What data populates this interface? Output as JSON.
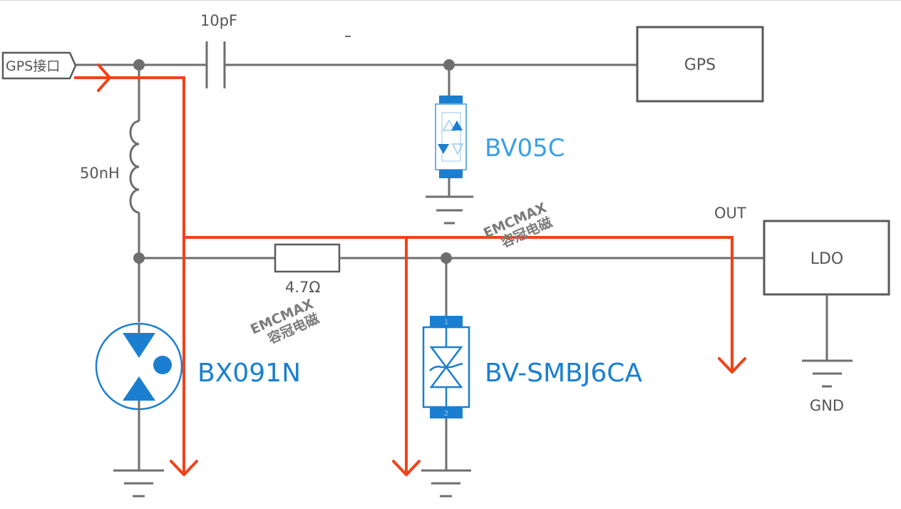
{
  "diagram": {
    "title": "GPS antenna port ESD/surge protection schematic",
    "connector": {
      "label": "GPS接口"
    },
    "capacitor": {
      "label": "10pF"
    },
    "inductor": {
      "label": "50nH"
    },
    "resistor": {
      "label": "4.7Ω"
    },
    "blocks": {
      "gps": "GPS",
      "ldo": "LDO"
    },
    "net_labels": {
      "out": "OUT",
      "gnd": "GND"
    },
    "parts": {
      "esd_diode": "BV05C",
      "gas_discharge_tube": "BX091N",
      "tvs_diode": "BV-SMBJ6CA"
    },
    "tvs_pins": {
      "pin1": "1",
      "pin2": "2"
    },
    "watermarks": [
      {
        "line1": "EMCMAX",
        "line2": "容冠电磁"
      },
      {
        "line1": "EMCMAX",
        "line2": "容冠电磁"
      }
    ],
    "colors": {
      "wire": "#6e6e6e",
      "current_flow": "#f0421a",
      "part_accent": "#1a7fd0"
    }
  }
}
